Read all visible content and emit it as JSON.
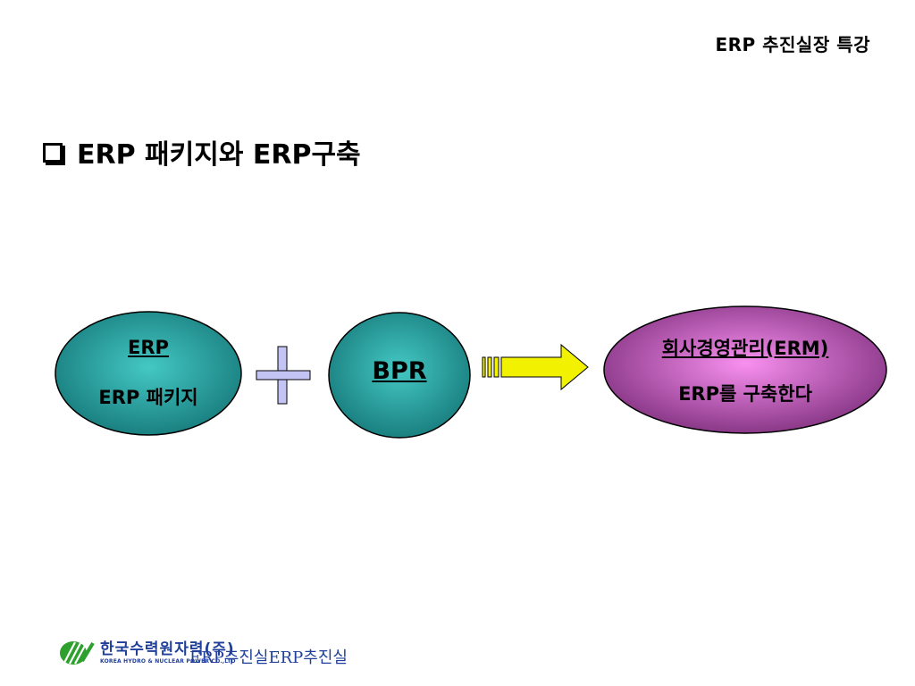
{
  "header": {
    "title": "ERP 추진실장 특강"
  },
  "slide": {
    "title": "ERP 패키지와 ERP구축"
  },
  "diagram": {
    "erp_node": {
      "label": "ERP",
      "sublabel": "ERP 패키지"
    },
    "bpr_node": {
      "label": "BPR"
    },
    "erm_node": {
      "label": "회사경영관리(ERM)",
      "sublabel": "ERP를 구축한다"
    },
    "icons": [
      "plus-icon",
      "arrow-right-icon"
    ],
    "colors": {
      "teal_node": "#1e8a8a",
      "teal_node_light": "#40c0c0",
      "purple_node": "#8a3a88",
      "purple_node_light": "#f08ce8",
      "plus": "#c4c4f4",
      "arrow": "#f2f200"
    }
  },
  "footer": {
    "logo_korean": "한국수력원자력(주)",
    "logo_english": "KOREA HYDRO & NUCLEAR POWER CO.,LTD",
    "text": "ERP추진실ERP추진실"
  }
}
